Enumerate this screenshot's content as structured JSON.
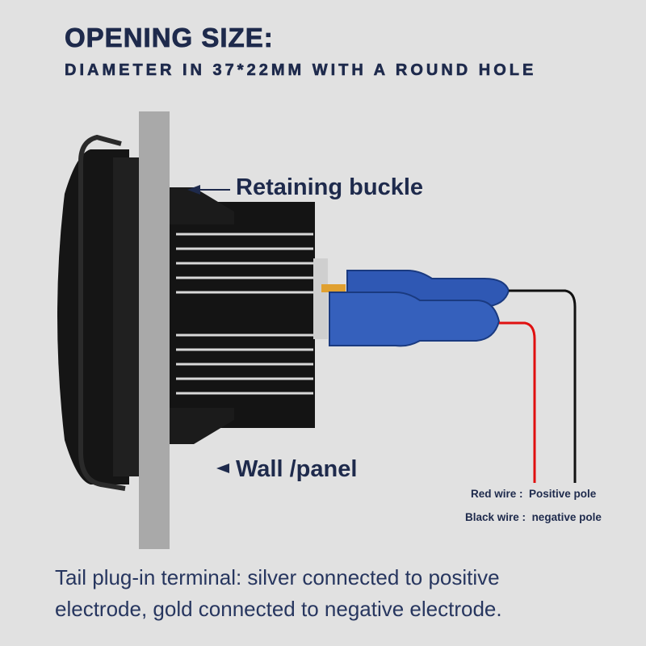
{
  "title": {
    "line1": "OPENING SIZE:",
    "line2": "DIAMETER IN 37*22MM WITH A ROUND HOLE"
  },
  "labels": {
    "retaining_buckle": "Retaining buckle",
    "wall_panel": "Wall /panel"
  },
  "wires": {
    "red": {
      "name": "Red wire :",
      "meaning": "Positive pole",
      "color": "#e01010"
    },
    "black": {
      "name": "Black wire :",
      "meaning": "negative pole",
      "color": "#111111"
    }
  },
  "caption": {
    "line1": "Tail plug-in terminal: silver connected to positive",
    "line2": "electrode, gold connected to negative electrode."
  },
  "colors": {
    "text": "#1e2a4c",
    "background": "#e1e1e1",
    "connector": "#2d55b0"
  }
}
